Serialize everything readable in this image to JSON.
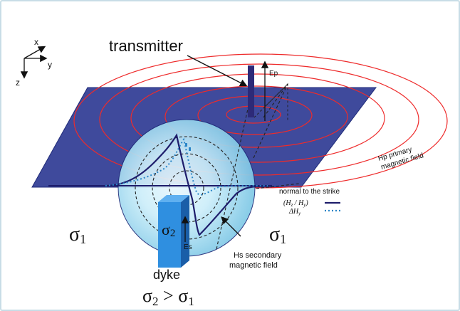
{
  "colors": {
    "frame_top": "#bfe3ea",
    "frame_bottom": "#b3cde0",
    "plane": "#3f4a9c",
    "plane_edge": "#1f2a78",
    "rings": "#ee2b2b",
    "sphere_edge": "#222222",
    "profile_solid": "#1e1d6b",
    "profile_dotted": "#2a86c8",
    "dyke_front": "#2f8fe0",
    "dyke_side": "#1a5ea8",
    "transmitter": "#2d2a78",
    "text": "#111111"
  },
  "axes": {
    "x_label": "x",
    "y_label": "y",
    "z_label": "z"
  },
  "labels": {
    "transmitter": "transmitter",
    "ep": "Ep",
    "hp_line1": "Hp primary",
    "hp_line2": "magnetic field",
    "normal_strike": "normal to the strike",
    "legend_solid_main": "(H",
    "legend_solid_sub1": "z",
    "legend_solid_mid": " / H",
    "legend_solid_sub2": "y",
    "legend_solid_end": ")",
    "legend_dotted_main": "ΔH",
    "legend_dotted_sub": "y",
    "sigma_symbol": "σ",
    "sigma_sub_1": "1",
    "sigma_sub_2": "2",
    "gt": " > ",
    "es": "Es",
    "hs_line1": "Hs secondary",
    "hs_line2": "magnetic field",
    "dyke": "dyke"
  }
}
